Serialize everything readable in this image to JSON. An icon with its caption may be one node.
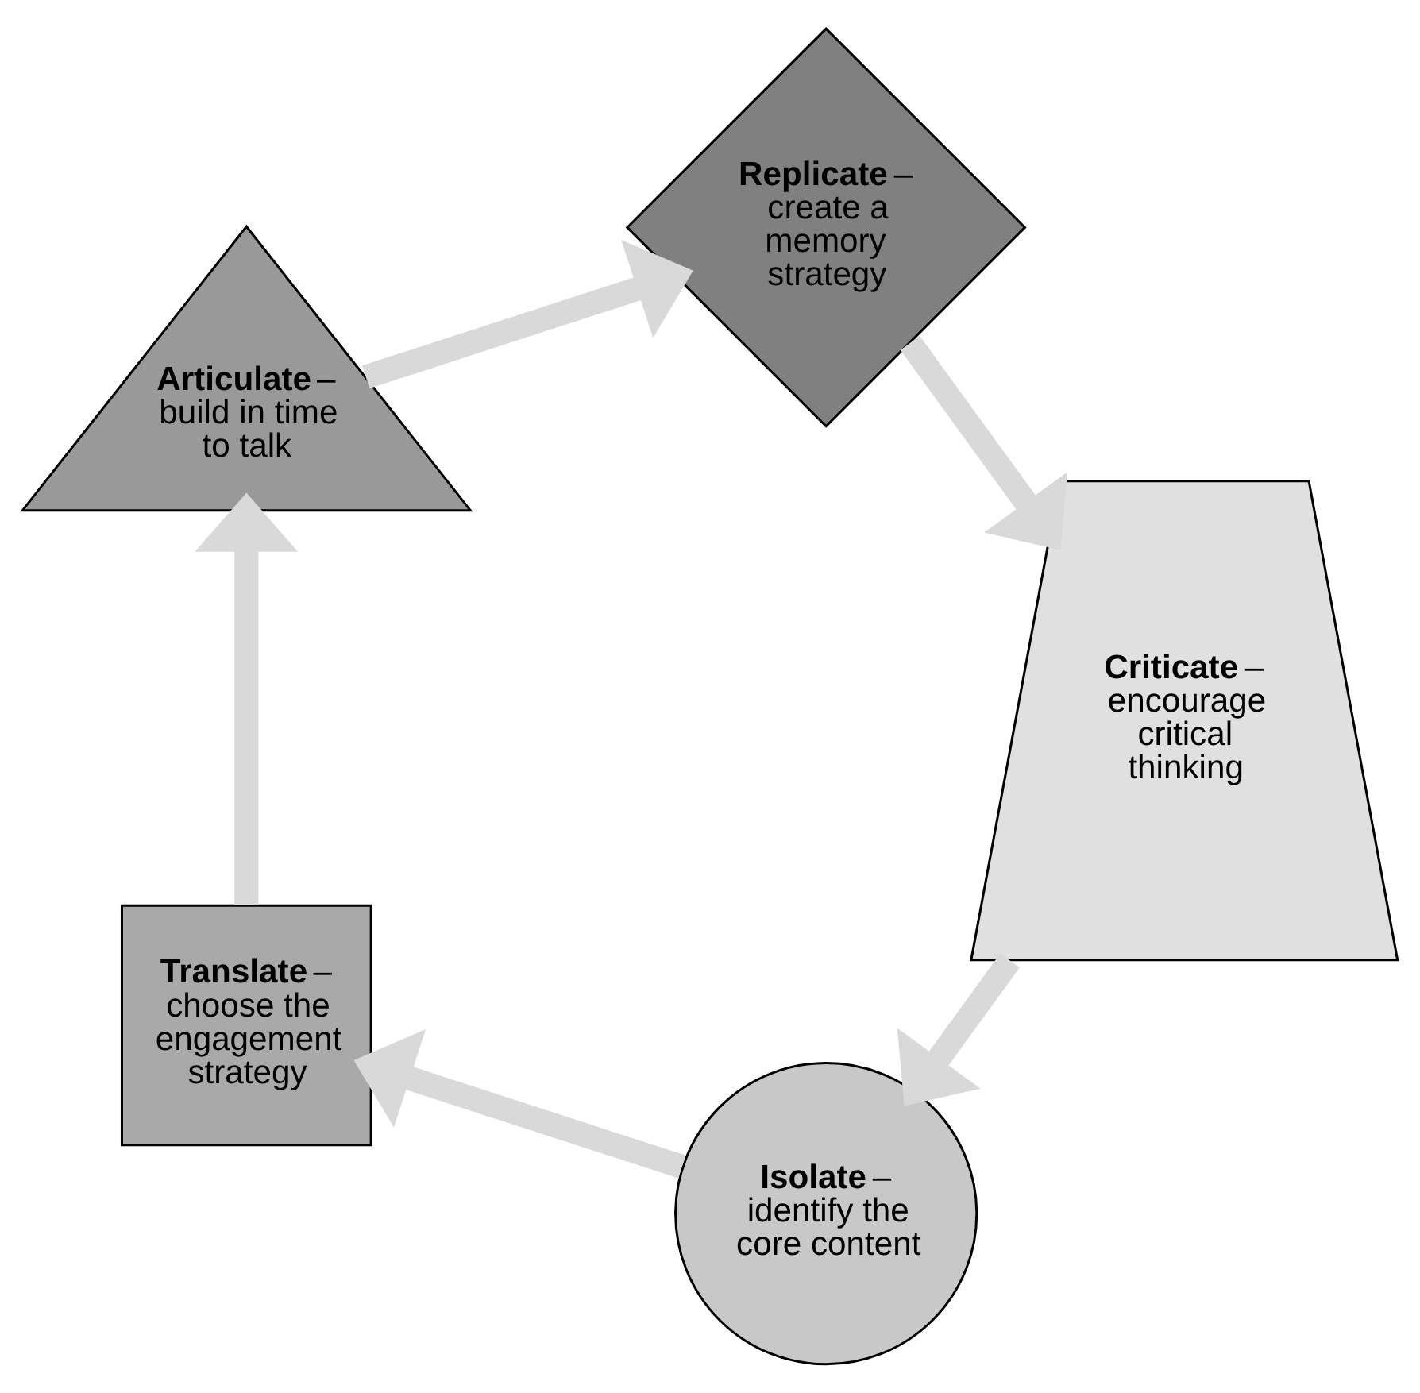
{
  "diagram": {
    "nodes": [
      {
        "text": [
          "**Isolate** – identify the core content"
        ]
      },
      {
        "text": [
          "**Translate** – choose the engagement strategy"
        ]
      },
      {
        "text": [
          "**Articulate** – build in time to talk"
        ]
      },
      {
        "text": [
          "**Replicate** – create a memory strategy"
        ]
      },
      {
        "text": [
          "**Criticate** – encourage critical thinking"
        ]
      }
    ],
    "edges": [
      {
        "from": 0,
        "to": 1,
        "arrow": "to"
      },
      {
        "from": 1,
        "to": 2,
        "arrow": "to"
      },
      {
        "from": 2,
        "to": 3,
        "arrow": "to"
      },
      {
        "from": 3,
        "to": 4,
        "arrow": "to"
      },
      {
        "from": 4,
        "to": 0,
        "arrow": "to"
      }
    ]
  }
}
